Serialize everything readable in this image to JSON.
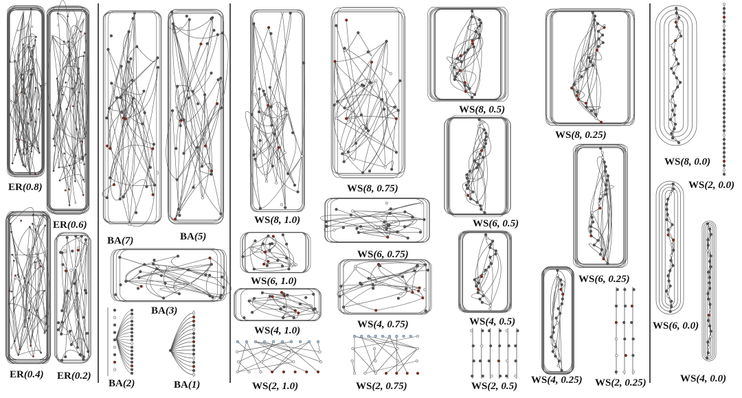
{
  "figure": {
    "panels": [
      {
        "id": "er-08",
        "label": "ER",
        "param": "(0.8)",
        "group": "ER"
      },
      {
        "id": "er-06",
        "label": "ER",
        "param": "(0.6)",
        "group": "ER"
      },
      {
        "id": "er-04",
        "label": "ER",
        "param": "(0.4)",
        "group": "ER"
      },
      {
        "id": "er-02",
        "label": "ER",
        "param": "(0.2)",
        "group": "ER"
      },
      {
        "id": "ba-7",
        "label": "BA",
        "param": "(7)",
        "group": "BA"
      },
      {
        "id": "ba-5",
        "label": "BA",
        "param": "(5)",
        "group": "BA"
      },
      {
        "id": "ba-3",
        "label": "BA",
        "param": "(3)",
        "group": "BA"
      },
      {
        "id": "ba-2",
        "label": "BA",
        "param": "(2)",
        "group": "BA"
      },
      {
        "id": "ba-1",
        "label": "BA",
        "param": "(1)",
        "group": "BA"
      },
      {
        "id": "ws-8-10",
        "label": "WS",
        "param": "(8, 1.0)",
        "group": "WS"
      },
      {
        "id": "ws-6-10",
        "label": "WS",
        "param": "(6, 1.0)",
        "group": "WS"
      },
      {
        "id": "ws-4-10",
        "label": "WS",
        "param": "(4, 1.0)",
        "group": "WS"
      },
      {
        "id": "ws-2-10",
        "label": "WS",
        "param": "(2, 1.0)",
        "group": "WS"
      },
      {
        "id": "ws-8-075",
        "label": "WS",
        "param": "(8, 0.75)",
        "group": "WS"
      },
      {
        "id": "ws-6-075",
        "label": "WS",
        "param": "(6, 0.75)",
        "group": "WS"
      },
      {
        "id": "ws-4-075",
        "label": "WS",
        "param": "(4, 0.75)",
        "group": "WS"
      },
      {
        "id": "ws-2-075",
        "label": "WS",
        "param": "(2, 0.75)",
        "group": "WS"
      },
      {
        "id": "ws-8-05",
        "label": "WS",
        "param": "(8, 0.5)",
        "group": "WS"
      },
      {
        "id": "ws-6-05",
        "label": "WS",
        "param": "(6, 0.5)",
        "group": "WS"
      },
      {
        "id": "ws-4-05",
        "label": "WS",
        "param": "(4, 0.5)",
        "group": "WS"
      },
      {
        "id": "ws-2-05",
        "label": "WS",
        "param": "(2, 0.5)",
        "group": "WS"
      },
      {
        "id": "ws-8-025",
        "label": "WS",
        "param": "(8, 0.25)",
        "group": "WS"
      },
      {
        "id": "ws-6-025",
        "label": "WS",
        "param": "(6, 0.25)",
        "group": "WS"
      },
      {
        "id": "ws-4-025",
        "label": "WS",
        "param": "(4, 0.25)",
        "group": "WS"
      },
      {
        "id": "ws-2-025",
        "label": "WS",
        "param": "(2, 0.25)",
        "group": "WS"
      },
      {
        "id": "ws-8-00",
        "label": "WS",
        "param": "(8, 0.0)",
        "group": "WS"
      },
      {
        "id": "ws-2-00",
        "label": "WS",
        "param": "(2, 0.0)",
        "group": "WS"
      },
      {
        "id": "ws-6-00",
        "label": "WS",
        "param": "(6, 0.0)",
        "group": "WS"
      },
      {
        "id": "ws-4-00",
        "label": "WS",
        "param": "(4, 0.0)",
        "group": "WS"
      }
    ],
    "colors": {
      "edge": "#555555",
      "node_fill": "#555555",
      "node_light": "#e8e8e8",
      "node_red": "#8b2a1a",
      "node_blue": "#9fc3e0",
      "divider": "#222222"
    }
  }
}
